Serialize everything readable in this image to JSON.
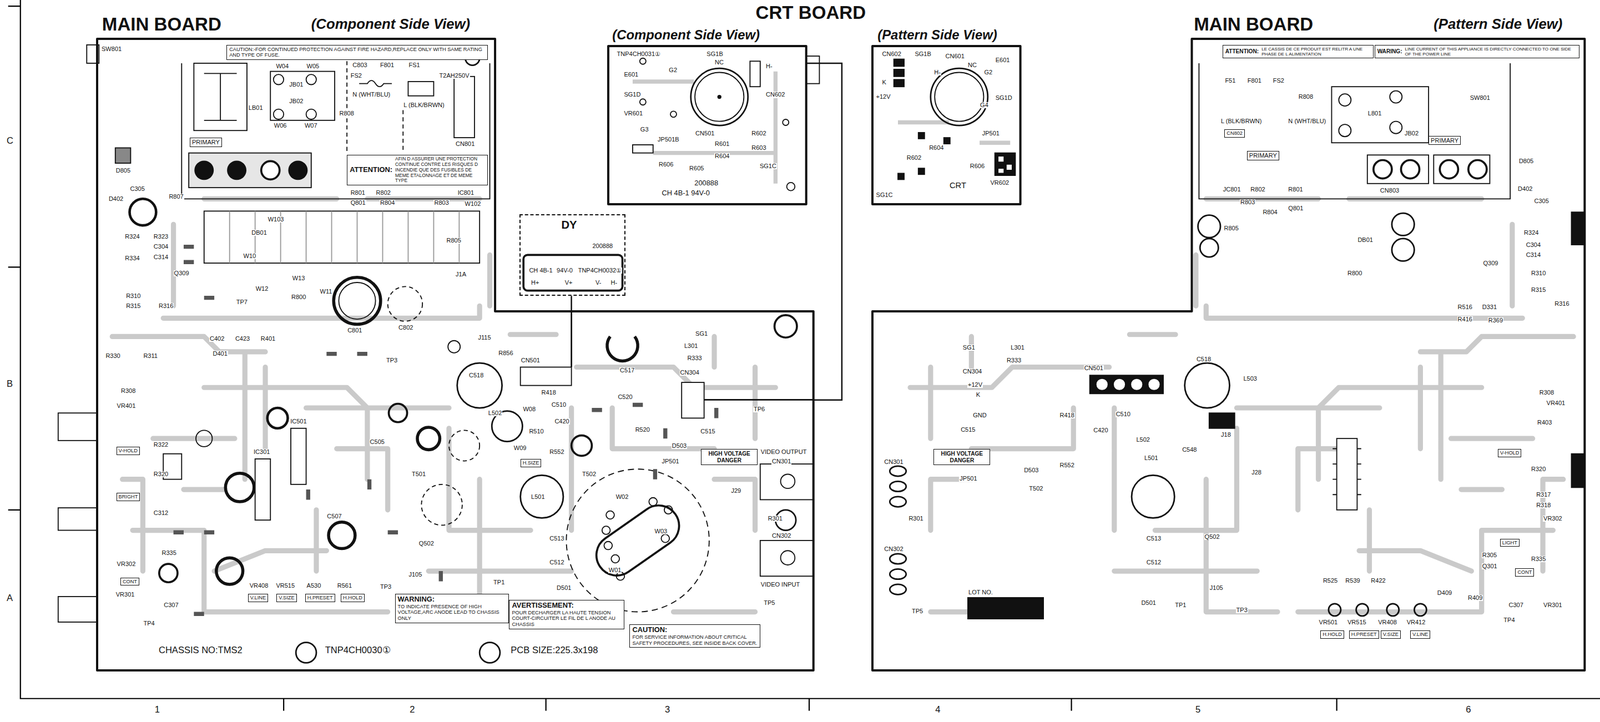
{
  "diagram": {
    "nodes": [
      {
        "text": [
          "MAIN BOARD",
          "(Component Side View)"
        ]
      },
      {
        "text": [
          "CAUTION:-FOR CONTINUED PROTECTION AGAINST FIRE HAZARD,REPLACE ONLY WITH SAME RATING AND TYPE OF FUSE."
        ],
        "in": 0
      },
      {
        "text": [
          "PRIMARY"
        ],
        "in": 0
      },
      {
        "text": [
          "ATTENTION:",
          "AFIN D ASSURER UNE PROTECTION CONTINUE CONTRE LES RISQUES D INCENDIE QUE DES FUSIBLES DE MEME ETALONNAGE ET DE MEME TYPE"
        ],
        "in": 0
      },
      {
        "text": [
          "V-HOLD"
        ],
        "in": 0
      },
      {
        "text": [
          "BRIGHT"
        ],
        "in": 0
      },
      {
        "text": [
          "CONT"
        ],
        "in": 0
      },
      {
        "text": [
          "V.LINE"
        ],
        "in": 0
      },
      {
        "text": [
          "V.SIZE"
        ],
        "in": 0
      },
      {
        "text": [
          "H.PRESET"
        ],
        "in": 0
      },
      {
        "text": [
          "H.HOLD"
        ],
        "in": 0
      },
      {
        "text": [
          "H.SIZE"
        ],
        "in": 0
      },
      {
        "text": [
          "HIGH VOLTAGE DANGER"
        ],
        "in": 0
      },
      {
        "text": [
          "WARNING:",
          "TO INDICATE PRESENCE OF HIGH VOLTAGE,ARC ANODE LEAD TO CHASSIS ONLY"
        ],
        "in": 0
      },
      {
        "text": [
          "AVERTISSEMENT:",
          "POUR DECHARGER LA HAUTE TENSION COURT-CIRCUITER LE FIL DE L ANODE AU CHASSIS"
        ],
        "in": 0
      },
      {
        "text": [
          "CAUTION:",
          "FOR SERVICE INFORMATION ABOUT CRITICAL SAFETY PROCEDURES, SEE INSIDE BACK COVER."
        ],
        "in": 0
      },
      {
        "text": [
          "(Component Side View)"
        ]
      },
      {
        "text": [
          "(Pattern Side View)"
        ]
      },
      {
        "text": [
          "DY"
        ]
      },
      {
        "text": [
          "MAIN BOARD",
          "(Pattern Side View)"
        ]
      },
      {
        "text": [
          "ATTENTION:",
          "LE CASSIS DE CE PRODUIT EST RELITR A UNE PHASE DE L ALIMENTATION"
        ],
        "in": 19
      },
      {
        "text": [
          "WARING:",
          "LINE CURRENT OF THIS APPLIANCE IS DIRECTLY CONNECTED TO ONE SIDE OF THE POWER LINE"
        ],
        "in": 19
      },
      {
        "text": [
          "CN802"
        ],
        "in": 19
      },
      {
        "text": [
          "PRIMARY"
        ],
        "in": 19
      },
      {
        "text": [
          "PRIMARY"
        ],
        "in": 19
      },
      {
        "text": [
          "HIGH VOLTAGE DANGER"
        ],
        "in": 19
      },
      {
        "text": [
          "V-HOLD"
        ],
        "in": 19
      },
      {
        "text": [
          "LIGHT"
        ],
        "in": 19
      },
      {
        "text": [
          "CONT"
        ],
        "in": 19
      },
      {
        "text": [
          "H.HOLD"
        ],
        "in": 19
      },
      {
        "text": [
          "H.PRESET"
        ],
        "in": 19
      },
      {
        "text": [
          "V.SIZE"
        ],
        "in": 19
      },
      {
        "text": [
          "V.LINE"
        ],
        "in": 19
      },
      {
        "text": [
          "LOT NO."
        ],
        "in": 19
      }
    ],
    "edges": [
      {
        "from": 16,
        "to": 0,
        "arrow": "none"
      },
      {
        "from": 18,
        "to": 0,
        "arrow": "none"
      }
    ],
    "labels": [
      "CRT BOARD",
      "C",
      "B",
      "A",
      "1",
      "2",
      "3",
      "4",
      "5",
      "6",
      "SW801",
      "D805",
      "D402",
      "C305",
      "R807",
      "R324",
      "R323",
      "C304",
      "C314",
      "R334",
      "Q309",
      "R310",
      "R315",
      "R316",
      "R330",
      "R311",
      "R308",
      "VR401",
      "R322",
      "R320",
      "C312",
      "R335",
      "VR302",
      "VR301",
      "C307",
      "TP4",
      "CHASSIS NO:TMS2",
      "TNP4CH0030①",
      "PCB SIZE:225.3x198",
      "W04",
      "W05",
      "JB01",
      "JB02",
      "W06",
      "W07",
      "LB01",
      "C803",
      "FS2",
      "F801",
      "FS1",
      "T2AH250V",
      "N (WHT/BLU)",
      "L (BLK/BRWN)",
      "R808",
      "CN801",
      "R801",
      "R802",
      "IC801",
      "R804",
      "R803",
      "Q801",
      "W102",
      "DB01",
      "W103",
      "W10",
      "W12",
      "W13",
      "W11",
      "R800",
      "TP7",
      "R805",
      "C801",
      "C802",
      "J1A",
      "TP3",
      "J115",
      "R856",
      "CN501",
      "C518",
      "C517",
      "L301",
      "R333",
      "SG1",
      "CN304",
      "R418",
      "C510",
      "C520",
      "C420",
      "L502",
      "W08",
      "W09",
      "R510",
      "R552",
      "D503",
      "JP501",
      "C515",
      "TP6",
      "R520",
      "L501",
      "T502",
      "W02",
      "W03",
      "W01",
      "C513",
      "C512",
      "D501",
      "TP1",
      "TP5",
      "VIDEO OUTPUT",
      "VIDEO INPUT",
      "CN301",
      "CN302",
      "R301",
      "J29",
      "Q502",
      "T501",
      "J105",
      "TP3",
      "A530",
      "R561",
      "VR408",
      "VR515",
      "C402",
      "C423",
      "R401",
      "D401",
      "IC501",
      "IC301",
      "C507",
      "C505",
      "TNP4CH0031①",
      "SG1B",
      "E601",
      "SG1D",
      "G2",
      "NC",
      "H-",
      "CN602",
      "VR601",
      "G3",
      "JP501B",
      "CN501",
      "R601",
      "R602",
      "R603",
      "R604",
      "R606",
      "R605",
      "SG1C",
      "200888",
      "CH 4B-1 94V-0",
      "200888",
      "CH 4B-1",
      "94V-0",
      "TNP4CH0032①",
      "H+",
      "V+",
      "V-",
      "H-",
      "CN602",
      "SG1B",
      "CN601",
      "NC",
      "H-",
      "G2",
      "E601",
      "K",
      "+12V",
      "SG1D",
      "G4",
      "JP501",
      "R602",
      "R604",
      "R606",
      "SG1C",
      "CRT",
      "VR602",
      "F51",
      "F801",
      "FS2",
      "R808",
      "L801",
      "JB02",
      "SW801",
      "L (BLK/BRWN)",
      "N (WHT/BLU)",
      "CN803",
      "D805",
      "D402",
      "C305",
      "JC801",
      "R802",
      "R801",
      "R803",
      "R804",
      "Q801",
      "R805",
      "DB01",
      "R800",
      "R324",
      "C304",
      "C314",
      "Q309",
      "R310",
      "R315",
      "R316",
      "R516",
      "R416",
      "D331",
      "R369",
      "SG1",
      "L301",
      "R333",
      "CN304",
      "+12V",
      "K",
      "GND",
      "CN501",
      "C518",
      "L503",
      "C515",
      "JP501",
      "D503",
      "R552",
      "R418",
      "C420",
      "C510",
      "L502",
      "C548",
      "J18",
      "L501",
      "T502",
      "J28",
      "C513",
      "C512",
      "D501",
      "Q502",
      "J105",
      "TP1",
      "TP3",
      "TP5",
      "CN301",
      "CN302",
      "R301",
      "R308",
      "VR401",
      "R403",
      "R320",
      "R317",
      "R318",
      "VR302",
      "R305",
      "Q301",
      "R335",
      "C307",
      "VR301",
      "TP4",
      "VR501",
      "VR515",
      "VR408",
      "VR412",
      "R409",
      "D409",
      "R525",
      "R539",
      "R422"
    ]
  }
}
